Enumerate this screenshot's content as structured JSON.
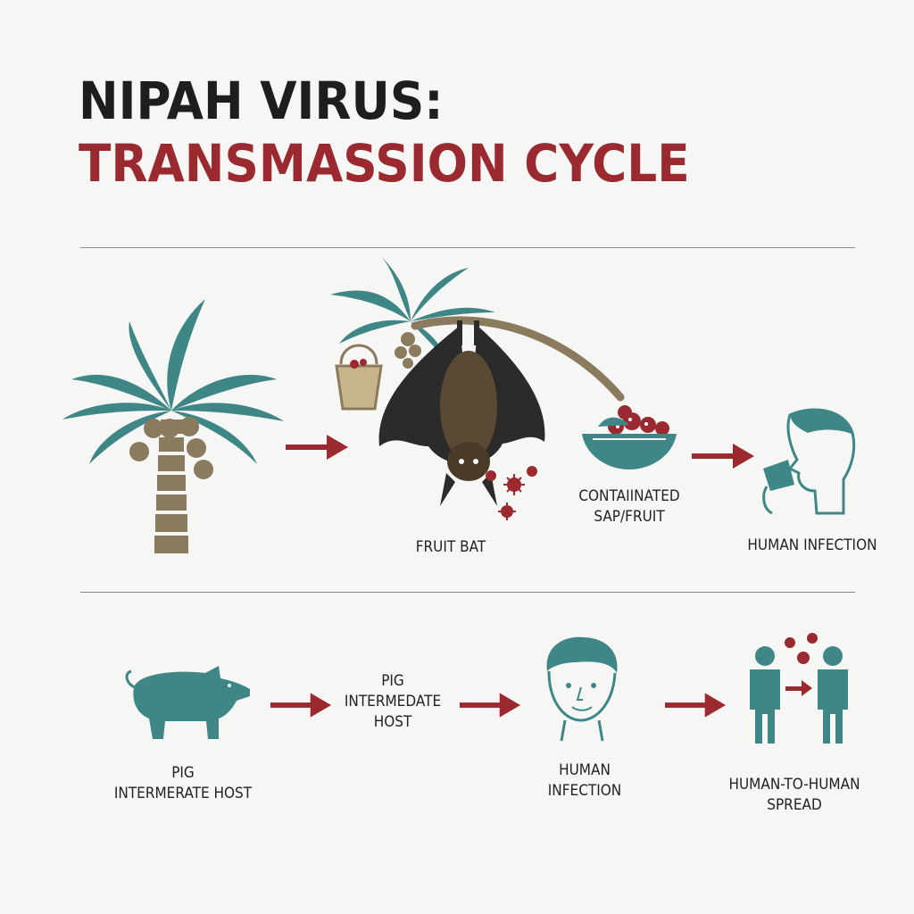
{
  "title": {
    "line1": "NIPAH VIRUS:",
    "line2": "TRANSMASSION CYCLE"
  },
  "colors": {
    "teal": "#3f8787",
    "brown": "#8b7b5e",
    "red": "#9b2a30",
    "text": "#222222"
  },
  "row1": {
    "bat_label": "FRUIT BAT",
    "sap_label_line1": "CONTAIINATED",
    "sap_label_line2": "SAP/FRUIT",
    "human_label": "HUMAN INFECTION"
  },
  "row2": {
    "pig_label_line1": "PIG",
    "pig_label_line2": "INTERMERATE HOST",
    "pig_host_line1": "PIG",
    "pig_host_line2": "INTERMEDATE",
    "pig_host_line3": "HOST",
    "human_label_line1": "HUMAN",
    "human_label_line2": "INFECTION",
    "spread_label_line1": "HUMAN-TO-HUMAN",
    "spread_label_line2": "SPREAD"
  },
  "icons": [
    "palm-tree-icon",
    "fruit-bat-icon",
    "sap-bucket-icon",
    "fruit-bowl-icon",
    "human-drinking-icon",
    "pig-icon",
    "human-face-icon",
    "human-to-human-icon",
    "virus-icon",
    "arrow-icon"
  ]
}
